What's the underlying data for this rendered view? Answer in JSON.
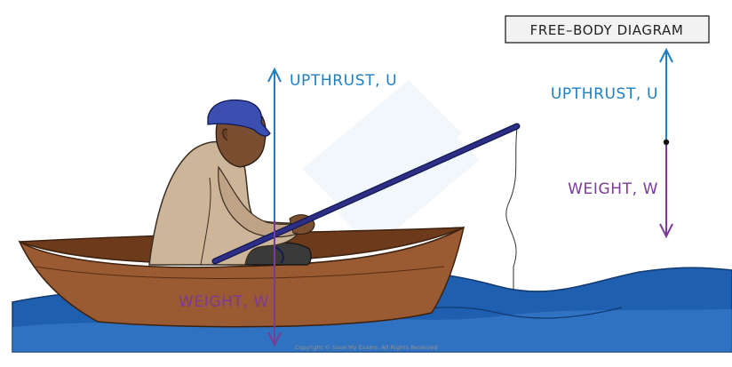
{
  "fbd_title": "FREE–BODY DIAGRAM",
  "labels": {
    "upthrust": "UPTHRUST, U",
    "weight": "WEIGHT, W"
  },
  "copyright": "Copyright © Save My Exams. All Rights Reserved",
  "colors": {
    "upthrust": "#1f7fc0",
    "weight": "#7a3a96",
    "water": "#1f5fb0",
    "water_light": "#3a82d0",
    "boat": "#9a5a32",
    "boat_dark": "#6e3a1c",
    "coat": "#cdb59a",
    "cap": "#3a4fb0",
    "skin": "#7a4e30",
    "rod": "#2e2e86"
  }
}
